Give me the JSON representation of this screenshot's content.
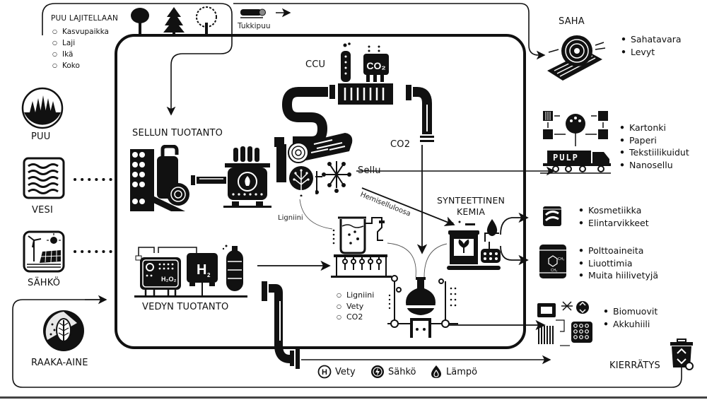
{
  "inputs": {
    "puu_label": "PUU",
    "vesi_label": "VESI",
    "sahko_label": "SÄHKÖ",
    "raaka_aine_label": "RAAKA-AINE"
  },
  "sorting": {
    "title": "PUU LAJITELLAAN",
    "items": [
      "Kasvupaikka",
      "Laji",
      "Ikä",
      "Koko"
    ]
  },
  "log_label": "Tukkipuu",
  "process": {
    "pulp_title": "SELLUN TUOTANTO",
    "ccu_title": "CCU",
    "co2_label": "CO2",
    "co2_tank_text": "CO2",
    "sellu_label": "Sellu",
    "hemiselluloosa_label": "Hemiselluloosa",
    "ligniini_label": "Ligniini",
    "synth_title_line1": "SYNTEETTINEN",
    "synth_title_line2": "KEMIA",
    "hydrogen_title": "VEDYN TUOTANTO",
    "h2_text": "H2",
    "reactor_inputs": [
      "Ligniini",
      "Vety",
      "CO2"
    ],
    "pulp_truck_text": "PULP"
  },
  "outputs": {
    "saha": {
      "title": "SAHA",
      "items": [
        "Sahatavara",
        "Levyt"
      ]
    },
    "pulp_products": [
      "Kartonki",
      "Paperi",
      "Tekstiilikuidut",
      "Nanosellu"
    ],
    "cosmetics": [
      "Kosmetiikka",
      "Elintarvikkeet"
    ],
    "fuels": [
      "Polttoaineita",
      "Liuottimia",
      "Muita hiilivetyjä"
    ],
    "materials": [
      "Biomuovit",
      "Akkuhiili"
    ],
    "recycling_label": "KIERRÄTYS"
  },
  "legend": [
    {
      "icon": "hydrogen-icon",
      "label": "Vety"
    },
    {
      "icon": "electricity-icon",
      "label": "Sähkö"
    },
    {
      "icon": "heat-icon",
      "label": "Lämpö"
    }
  ]
}
